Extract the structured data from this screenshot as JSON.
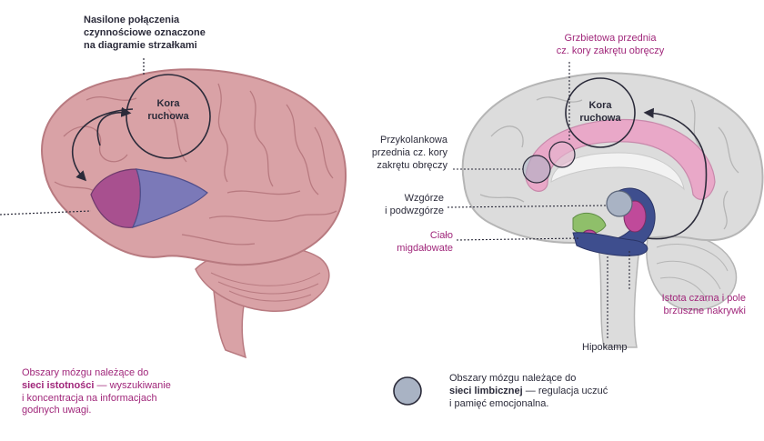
{
  "left_panel": {
    "arrows_note": [
      "Nasilone połączenia",
      "czynnościowe oznaczone",
      "na diagramie strzałkami"
    ],
    "motor_cortex": [
      "Kora",
      "ruchowa"
    ],
    "legend": {
      "line1": "Obszary mózgu należące do",
      "bold": "sieci istotności",
      "rest": " — wyszukiwanie",
      "line3": "i koncentracja na informacjach",
      "line4": "godnych uwagi."
    }
  },
  "right_panel": {
    "motor_cortex": [
      "Kora",
      "ruchowa"
    ],
    "dorsal_acc": [
      "Grzbietowa przednia",
      "cz. kory zakrętu obręczy"
    ],
    "pregenual_acc": [
      "Przykolankowa",
      "przednia cz. kory",
      "zakrętu obręczy"
    ],
    "thalamus": [
      "Wzgórze",
      "i podwzgórze"
    ],
    "amygdala": [
      "Ciało",
      "migdałowate"
    ],
    "substantia_nigra": [
      "Istota czarna i pole",
      "brzuszne nakrywki"
    ],
    "hippocampus": "Hipokamp",
    "legend": {
      "line1": "Obszary mózgu należące do",
      "bold": "sieci limbicznej",
      "rest": " — regulacja uczuć",
      "line3": "i pamięć emocjonalna."
    }
  },
  "colors": {
    "brain_pink": "#d9a2a6",
    "brain_outline": "#b87a80",
    "insula_magenta": "#a8508f",
    "insula_blue": "#7b79b8",
    "brain_grey": "#dcdcdc",
    "limbic_blue": "#3e4e8e",
    "limbic_magenta": "#c04a9a",
    "limbic_green": "#8fbf6a",
    "legend_circle": "#a9b3c4",
    "text_dark": "#2b2b3a",
    "text_magenta": "#a0267a"
  }
}
